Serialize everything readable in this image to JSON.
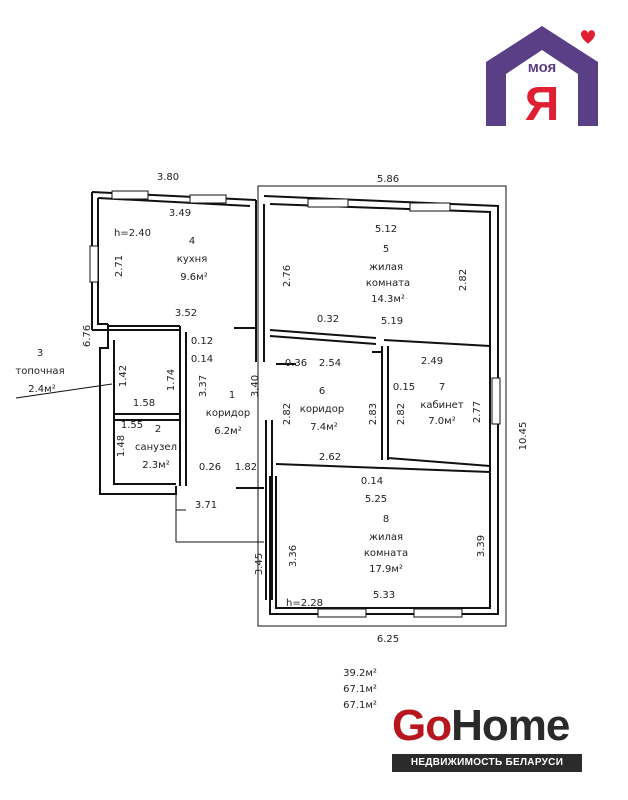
{
  "logo": {
    "text_top": "моя",
    "text_main": "Я",
    "heart_color": "#e01f33",
    "roof_color": "#5b3f86",
    "letter_color": "#e01f33"
  },
  "brand": {
    "go": "Go",
    "home": "Home",
    "tagline": "НЕДВИЖИМОСТЬ БЕЛАРУСИ",
    "go_color": "#b8161d"
  },
  "totals": [
    "39.2м²",
    "67.1м²",
    "67.1м²"
  ],
  "rooms": {
    "r1": {
      "num": "1",
      "name": "коридор",
      "area": "6.2м²"
    },
    "r2": {
      "num": "2",
      "name": "санузел",
      "area": "2.3м²"
    },
    "r3": {
      "num": "3",
      "name": "топочная",
      "area": "2.4м²"
    },
    "r4": {
      "num": "4",
      "name": "кухня",
      "area": "9.6м²"
    },
    "r5": {
      "num": "5",
      "name1": "жилая",
      "name2": "комната",
      "area": "14.3м²"
    },
    "r6": {
      "num": "6",
      "name": "коридор",
      "area": "7.4м²"
    },
    "r7": {
      "num": "7",
      "name": "кабинет",
      "area": "7.0м²"
    },
    "r8": {
      "num": "8",
      "name1": "жилая",
      "name2": "комната",
      "area": "17.9м²"
    }
  },
  "heights": {
    "h1": "h=2.40",
    "h2": "h=2.28"
  },
  "dims": {
    "d380": "3.80",
    "d586": "5.86",
    "d349": "3.49",
    "d512": "5.12",
    "d271": "2.71",
    "d276": "2.76",
    "d282a": "2.82",
    "d352": "3.52",
    "d676": "6.76",
    "d032": "0.32",
    "d519": "5.19",
    "d012": "0.12",
    "d014a": "0.14",
    "d036": "0.36",
    "d254": "2.54",
    "d249": "2.49",
    "d142": "1.42",
    "d174": "1.74",
    "d337": "3.37",
    "d340": "3.40",
    "d015": "0.15",
    "d158": "1.58",
    "d282b": "2.82",
    "d283": "2.83",
    "d282c": "2.82",
    "d277": "2.77",
    "d1045": "10.45",
    "d155": "1.55",
    "d148": "1.48",
    "d262": "2.62",
    "d014b": "0.14",
    "d026": "0.26",
    "d182": "1.82",
    "d525": "5.25",
    "d371": "3.71",
    "d345": "3.45",
    "d336": "3.36",
    "d339": "3.39",
    "d533": "5.33",
    "d625": "6.25"
  }
}
